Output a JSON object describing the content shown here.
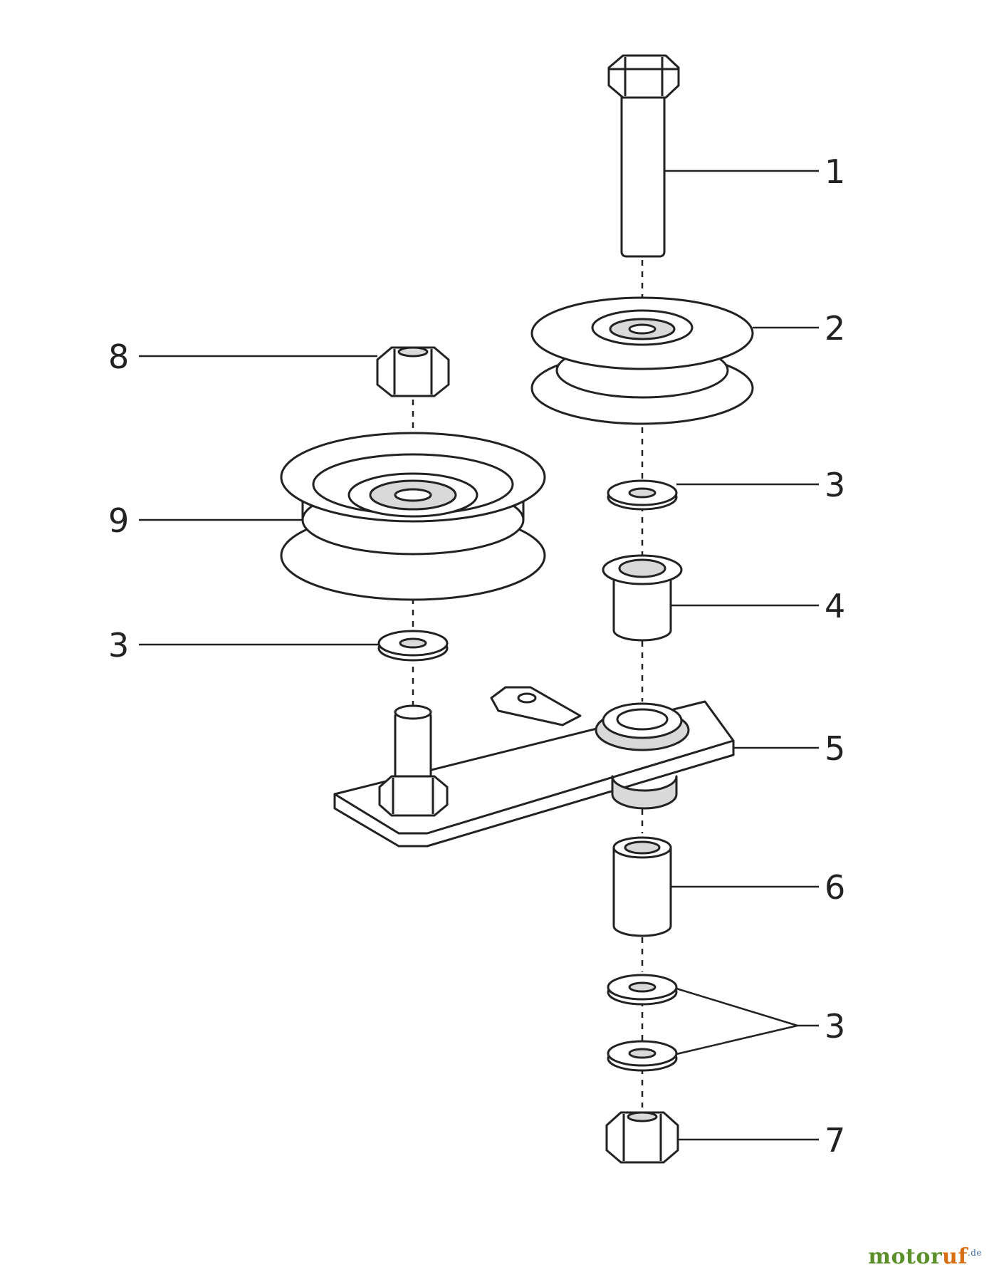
{
  "callouts": [
    "1",
    "2",
    "3",
    "4",
    "5",
    "6",
    "3",
    "7",
    "8",
    "9",
    "3"
  ],
  "logo": {
    "part1": "motor",
    "part2": "uf",
    "part3": ".de"
  },
  "colors": {
    "line": "#222222",
    "fill": "#ffffff",
    "shade": "#d9d9d9",
    "logo_green": "#5a8f2a",
    "logo_orange": "#d96f14",
    "logo_blue": "#3d6b9c"
  }
}
